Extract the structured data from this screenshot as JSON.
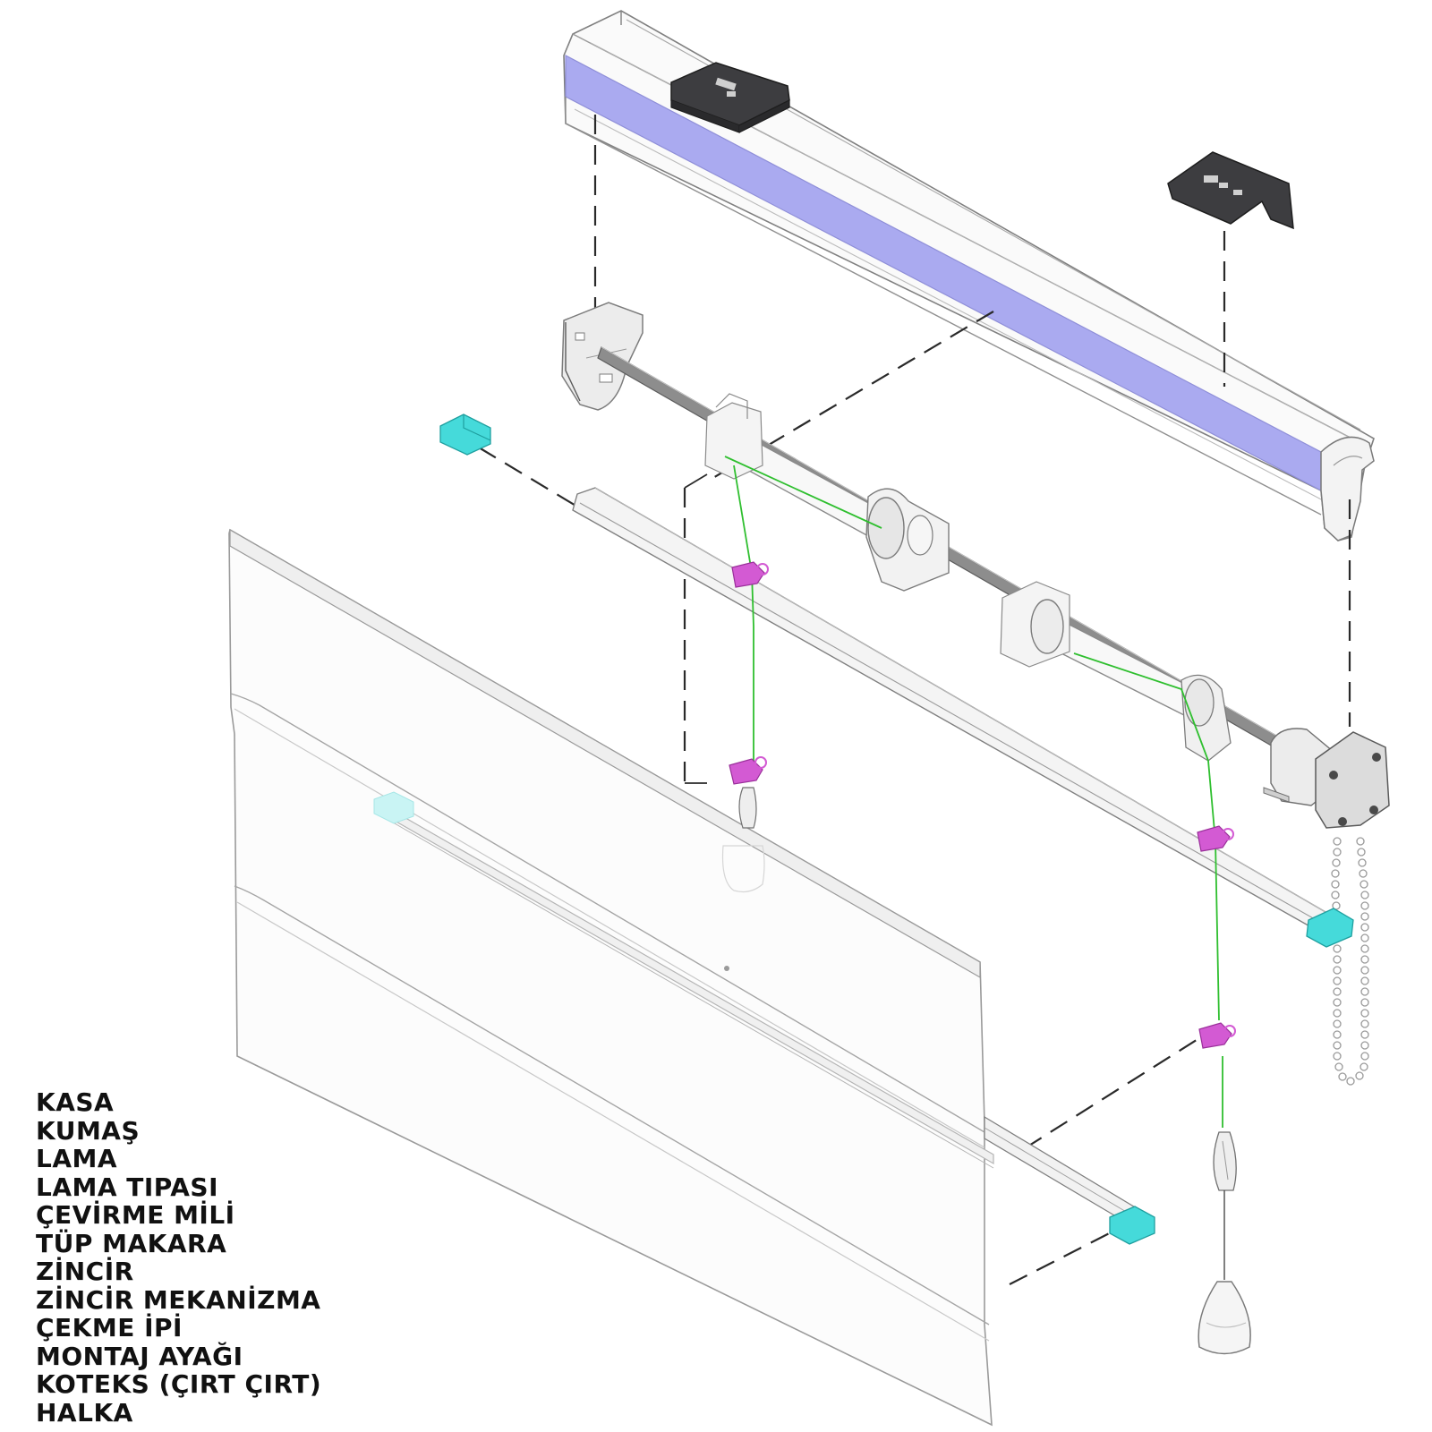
{
  "diagram": {
    "colors": {
      "outline": "#8a8a8a",
      "dash": "#2a2a2a",
      "valance_strip": "#aaaaf0",
      "bracket": "#3c3c3e",
      "end_cap": "#45dada",
      "ring": "#d35ad3",
      "cord": "#2fbf2f",
      "fabric": "#fbfbfb"
    },
    "components": [
      {
        "name": "headrail",
        "icon": "headrail-profile"
      },
      {
        "name": "mounting-bracket",
        "icon": "bracket-clip"
      },
      {
        "name": "rotating-shaft",
        "icon": "shaft-rod"
      },
      {
        "name": "tube-spool",
        "icon": "spool-tube"
      },
      {
        "name": "chain-mechanism",
        "icon": "chain-drive"
      },
      {
        "name": "bead-chain",
        "icon": "bead-chain"
      },
      {
        "name": "batten",
        "icon": "batten-rod"
      },
      {
        "name": "batten-end-cap",
        "icon": "end-cap"
      },
      {
        "name": "ring",
        "icon": "cord-ring"
      },
      {
        "name": "pull-cord",
        "icon": "cord-weight"
      },
      {
        "name": "fabric",
        "icon": "fabric-panel"
      }
    ]
  },
  "legend": {
    "items": [
      "KASA",
      "KUMAŞ",
      "LAMA",
      "LAMA TIPASI",
      "ÇEVİRME MİLİ",
      "TÜP MAKARA",
      "ZİNCİR",
      "ZİNCİR MEKANİZMA",
      "ÇEKME İPİ",
      "MONTAJ AYAĞI",
      "KOTEKS (ÇIRT ÇIRT)",
      "HALKA"
    ]
  }
}
